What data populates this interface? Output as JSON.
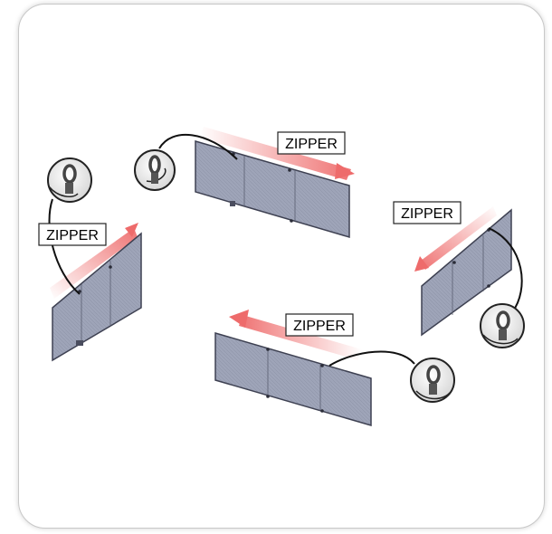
{
  "labels": {
    "top": "ZIPPER",
    "left": "ZIPPER",
    "right": "ZIPPER",
    "bottom": "ZIPPER"
  },
  "colors": {
    "panel_fill": "#9aa0b4",
    "panel_edge": "#3e4152",
    "arrow": "#ee6b6b",
    "cable": "#111111"
  },
  "icons": {
    "eyebolt": "eye-bolt-icon"
  }
}
